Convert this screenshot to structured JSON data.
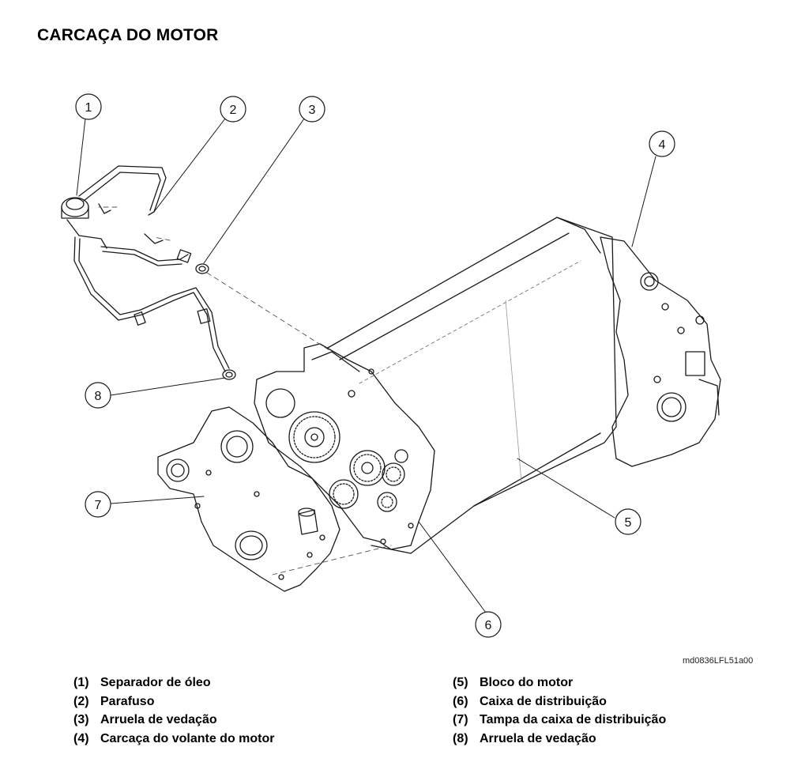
{
  "title": "CARCAÇA DO MOTOR",
  "figure_code": "md0836LFL51a00",
  "callouts": [
    "1",
    "2",
    "3",
    "4",
    "5",
    "6",
    "7",
    "8"
  ],
  "legend": [
    {
      "num": "(1)",
      "text": "Separador de óleo"
    },
    {
      "num": "(2)",
      "text": "Parafuso"
    },
    {
      "num": "(3)",
      "text": "Arruela de vedação"
    },
    {
      "num": "(4)",
      "text": "Carcaça do volante do motor"
    },
    {
      "num": "(5)",
      "text": "Bloco do motor"
    },
    {
      "num": "(6)",
      "text": "Caixa de distribuição"
    },
    {
      "num": "(7)",
      "text": "Tampa da caixa de distribuição"
    },
    {
      "num": "(8)",
      "text": "Arruela de vedação"
    }
  ]
}
